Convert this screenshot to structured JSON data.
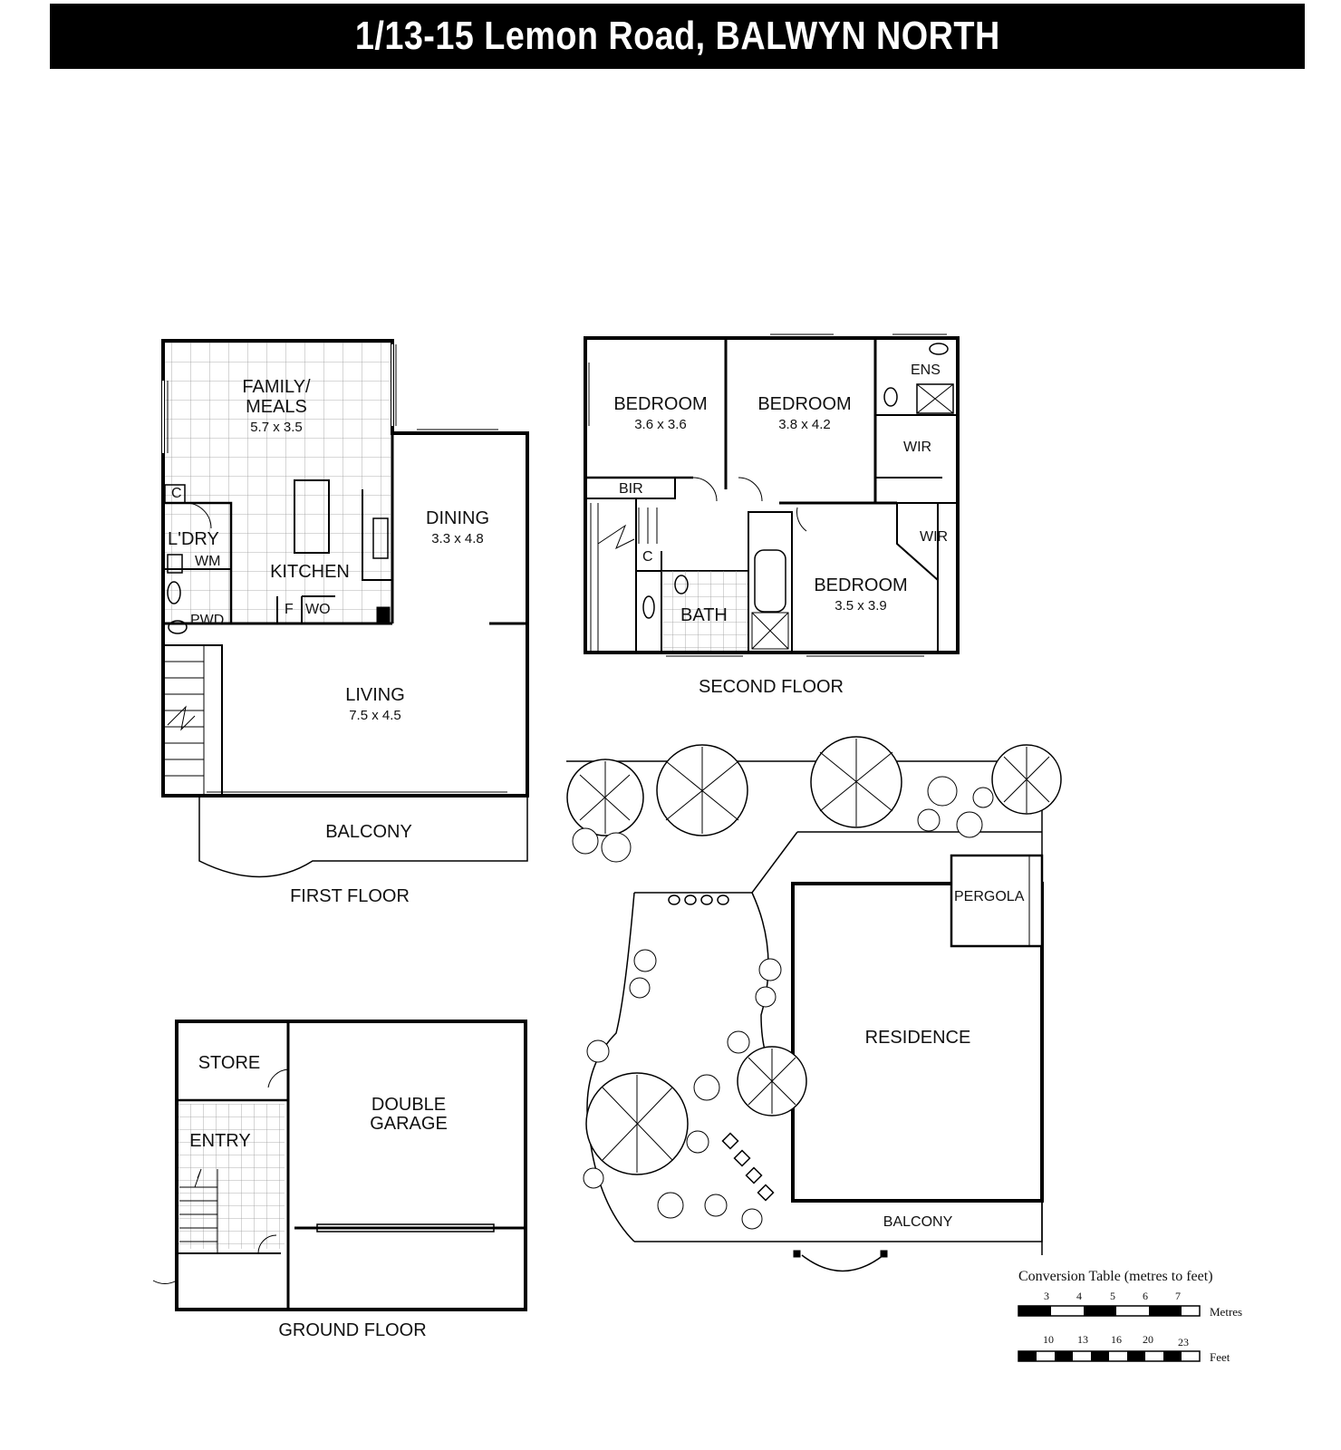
{
  "title": "1/13-15 Lemon Road, BALWYN NORTH",
  "first_floor": {
    "label": "FIRST FLOOR",
    "family_meals": {
      "name_line1": "FAMILY/",
      "name_line2": "MEALS",
      "dims": "5.7 x 3.5"
    },
    "dining": {
      "name": "DINING",
      "dims": "3.3 x 4.8"
    },
    "kitchen": "KITCHEN",
    "laundry": "L'DRY",
    "wm": "WM",
    "cupboard": "C",
    "pwd": "PWD",
    "fridge": "F",
    "wall_oven": "WO",
    "living": {
      "name": "LIVING",
      "dims": "7.5 x 4.5"
    },
    "balcony": "BALCONY"
  },
  "second_floor": {
    "label": "SECOND FLOOR",
    "bedroom1": {
      "name": "BEDROOM",
      "dims": "3.6 x 3.6"
    },
    "bedroom2": {
      "name": "BEDROOM",
      "dims": "3.8 x 4.2"
    },
    "bedroom3": {
      "name": "BEDROOM",
      "dims": "3.5 x 3.9"
    },
    "ens": "ENS",
    "wir1": "WIR",
    "wir2": "WIR",
    "bir": "BIR",
    "cupboard": "C",
    "bath": "BATH"
  },
  "ground_floor": {
    "label": "GROUND FLOOR",
    "store": "STORE",
    "entry": "ENTRY",
    "garage_line1": "DOUBLE",
    "garage_line2": "GARAGE"
  },
  "site_plan": {
    "pergola": "PERGOLA",
    "residence": "RESIDENCE",
    "balcony": "BALCONY"
  },
  "conversion": {
    "title": "Conversion Table (metres to feet)",
    "metres_label": "Metres",
    "feet_label": "Feet",
    "metres_ticks": [
      "3",
      "4",
      "5",
      "6",
      "7"
    ],
    "feet_ticks": [
      "10",
      "13",
      "16",
      "20",
      "23"
    ]
  }
}
